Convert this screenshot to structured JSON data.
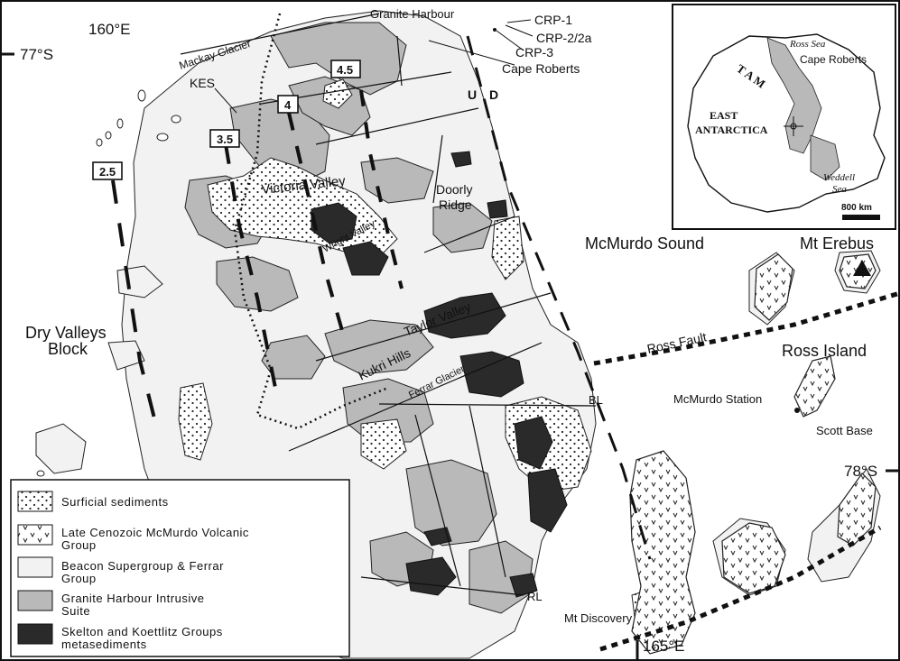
{
  "title": "",
  "coordinates": {
    "lon_160": "160°E",
    "lat_77": "77°S",
    "lat_78": "78°S",
    "lon_165": "165°E"
  },
  "labels": {
    "granite_harbour": "Granite Harbour",
    "mackay_glacier": "Mackay Glacier",
    "kes": "KES",
    "crp1": "CRP-1",
    "crp2": "CRP-2/2a",
    "crp3": "CRP-3",
    "cape_roberts": "Cape Roberts",
    "u": "U",
    "d": "D",
    "victoria_valley": "Victoria Valley",
    "doorly_ridge_1": "Doorly",
    "doorly_ridge_2": "Ridge",
    "wright_valley": "Wright Valley",
    "mcmurdo_sound": "McMurdo Sound",
    "mt_erebus": "Mt Erebus",
    "dry_valleys_1": "Dry Valleys",
    "dry_valleys_2": "Block",
    "taylor_valley": "Taylor Valley",
    "ross_fault": "Ross Fault",
    "ross_island": "Ross Island",
    "kukri_hills": "Kukri Hills",
    "ferrar_glacier": "Ferrar Glacier",
    "bl": "BL",
    "mcmurdo_station": "McMurdo Station",
    "scott_base": "Scott Base",
    "rl": "RL",
    "mt_discovery": "Mt Discovery"
  },
  "contours": [
    "2.5",
    "3.5",
    "4",
    "4.5"
  ],
  "inset": {
    "ross_sea": "Ross Sea",
    "cape_roberts": "Cape Roberts",
    "tam": "T A M",
    "east": "EAST",
    "antarctica": "ANTARCTICA",
    "weddell_1": "Weddell",
    "weddell_2": "Sea",
    "scale": "800 km"
  },
  "legend": [
    {
      "line1": "Surficial sediments",
      "line2": ""
    },
    {
      "line1": "Late Cenozoic McMurdo Volcanic",
      "line2": "Group"
    },
    {
      "line1": "Beacon Supergroup & Ferrar",
      "line2": "Group"
    },
    {
      "line1": "Granite Harbour Intrusive",
      "line2": "Suite"
    },
    {
      "line1": "Skelton and Koettlitz Groups",
      "line2": "metasediments"
    }
  ],
  "colors": {
    "beacon": "#f2f2f2",
    "granite": "#b9b9b9",
    "metased": "#2a2a2a",
    "ink": "#111111"
  }
}
